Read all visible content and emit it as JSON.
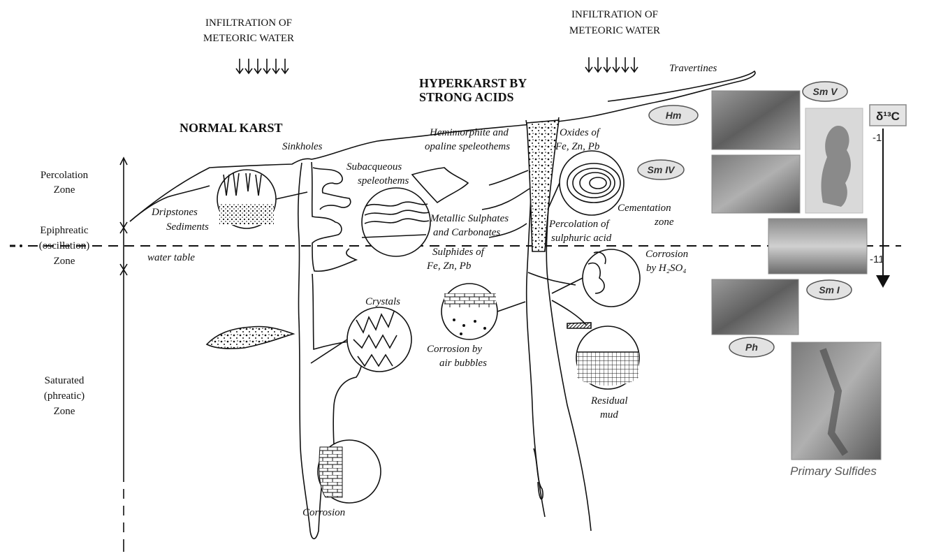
{
  "infiltration_left": [
    "INFILTRATION OF",
    "METEORIC WATER"
  ],
  "infiltration_right": [
    "INFILTRATION OF",
    "METEORIC WATER"
  ],
  "headings": {
    "normal_karst": "NORMAL KARST",
    "hyperkarst": [
      "HYPERKARST BY",
      "STRONG ACIDS"
    ]
  },
  "zones": {
    "percolation": [
      "Percolation",
      "Zone"
    ],
    "epiphreatic": [
      "Epiphreatic",
      "(oscillation)",
      "Zone"
    ],
    "saturated": [
      "Saturated",
      "(phreatic)",
      "Zone"
    ]
  },
  "water_table": "water table",
  "labels": {
    "sinkholes": "Sinkholes",
    "subacqueous": [
      "Subacqueous",
      "speleothems"
    ],
    "dripstones": [
      "Dripstones",
      "Sediments"
    ],
    "crystals": "Crystals",
    "corrosion": "Corrosion",
    "hemimorphite": [
      "Hemimorphite and",
      "opaline speleothems"
    ],
    "oxides": [
      "Oxides of",
      "Fe, Zn, Pb"
    ],
    "cementation": [
      "Cementation",
      "zone"
    ],
    "metallic": [
      "Metallic Sulphates",
      "and Carbonates"
    ],
    "percolation_acid": [
      "Percolation of",
      "sulphuric acid"
    ],
    "sulphides": [
      "Sulphides of",
      "Fe, Zn, Pb"
    ],
    "corrosion_h2so4": [
      "Corrosion",
      "by H₂SO₄"
    ],
    "corrosion_air": [
      "Corrosion by",
      "air bubbles"
    ],
    "residual_mud": [
      "Residual",
      "mud"
    ],
    "travertines": "Travertines"
  },
  "mineral_tags": {
    "hm": "Hm",
    "sm_v": "Sm V",
    "sm_iv": "Sm IV",
    "sm_i": "Sm I",
    "ph": "Ph"
  },
  "primary_sulfides": "Primary Sulfides",
  "isotope": {
    "label": "δ¹³C",
    "top_value": "-1",
    "bottom_value": "-11"
  },
  "colors": {
    "ink": "#111111",
    "tag_fill": "#d8d8d8",
    "photo_dark": "#6f6f6f",
    "photo_light": "#bdbdbd",
    "isotope_box": "#e4e4e4"
  }
}
